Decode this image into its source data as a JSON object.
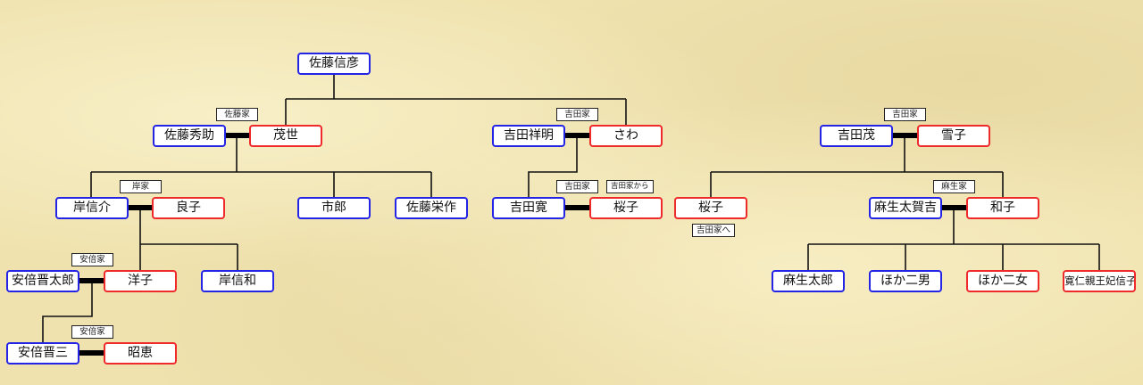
{
  "people": {
    "sato_nobuhiko": "佐藤信彦",
    "sato_hidesuke": "佐藤秀助",
    "moyo": "茂世",
    "yoshida_yoshiaki": "吉田祥明",
    "sawa": "さわ",
    "yoshida_shigeru": "吉田茂",
    "yukiko": "雪子",
    "kishi_nobusuke": "岸信介",
    "yoshiko": "良子",
    "ichiro": "市郎",
    "sato_eisaku": "佐藤栄作",
    "yoshida_hiroshi": "吉田寛",
    "sakurako_in": "桜子",
    "sakurako_out": "桜子",
    "aso_takakichi": "麻生太賀吉",
    "kazuko": "和子",
    "abe_shintaro": "安倍晋太郎",
    "yoko": "洋子",
    "kishi_nobukazu": "岸信和",
    "aso_taro": "麻生太郎",
    "other_sons": "ほか二男",
    "other_daughters": "ほか二女",
    "nobuko": "寛仁親王妃信子",
    "abe_shinzo": "安倍晋三",
    "akie": "昭恵"
  },
  "labels": {
    "sato_family": "佐藤家",
    "yoshida_family_1": "吉田家",
    "yoshida_family_2": "吉田家",
    "kishi_family": "岸家",
    "yoshida_family_3": "吉田家",
    "from_yoshida": "吉田家から",
    "to_yoshida": "吉田家へ",
    "aso_family": "麻生家",
    "abe_family_1": "安倍家",
    "abe_family_2": "安倍家"
  },
  "colors": {
    "male_border": "#2424e6",
    "female_border": "#ee2a2a",
    "line": "#111111"
  }
}
